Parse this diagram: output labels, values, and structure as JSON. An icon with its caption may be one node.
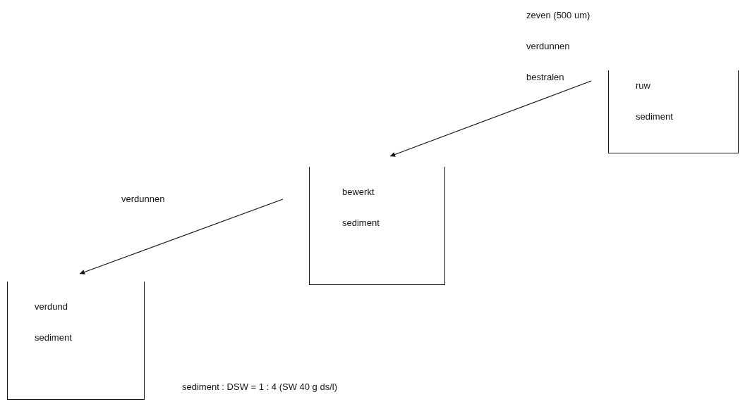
{
  "diagram": {
    "nodes": [
      {
        "text": [
          "ruw sediment"
        ]
      },
      {
        "text": [
          "bewerkt sediment"
        ]
      },
      {
        "text": [
          "verdund sediment"
        ]
      }
    ],
    "edges": [
      {
        "from": 0,
        "to": 1,
        "arrow": "to",
        "label": "zeven (500 um) verdunnen bestralen"
      },
      {
        "from": 1,
        "to": 2,
        "arrow": "to",
        "label": "verdunnen"
      }
    ],
    "labels": [
      "sediment : DSW = 1 : 4 (SW 40 g ds/l)"
    ]
  }
}
